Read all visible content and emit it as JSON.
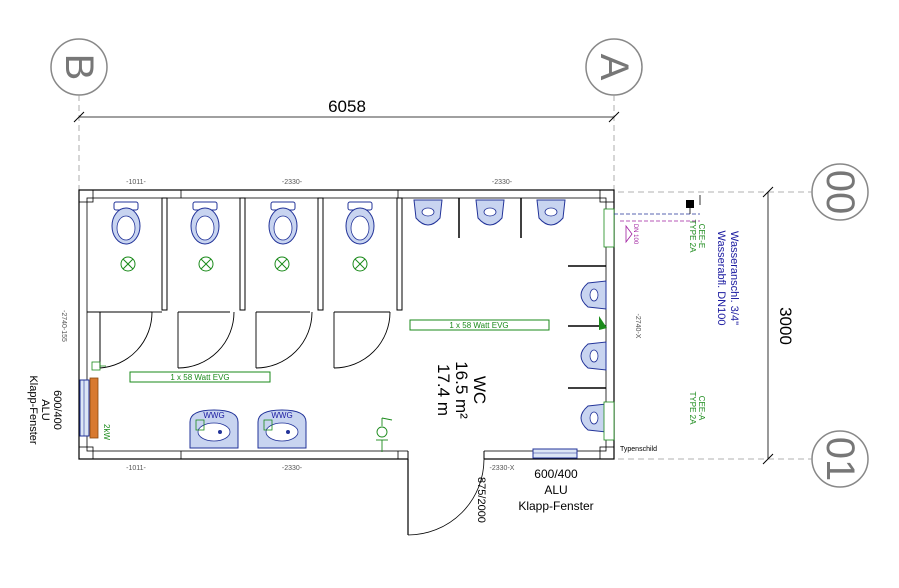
{
  "grid": {
    "top_left": "B",
    "top_right": "A",
    "right_top": "00",
    "right_bottom": "01"
  },
  "dimensions": {
    "overall_width": "6058",
    "overall_depth": "3000",
    "top_seg_1": "-1011-",
    "top_seg_2": "-2330-",
    "top_seg_3": "-2330-",
    "bottom_seg_1": "-1011-",
    "bottom_seg_2": "-2330-",
    "bottom_seg_3": "-2330-X",
    "left_side": "-2740-155",
    "right_side": "-2740-X"
  },
  "room": {
    "name": "WC",
    "area": "16.5 m²",
    "area2": "17.4 m"
  },
  "windows": {
    "left": {
      "size": "600/400",
      "material": "ALU",
      "type": "Klapp-Fenster"
    },
    "bottom": {
      "size": "600/400",
      "material": "ALU",
      "type": "Klapp-Fenster"
    }
  },
  "door": {
    "size": "875/2000"
  },
  "lights": {
    "upper": "1 x 58 Watt    EVG",
    "lower": "1 x 58 Watt    EVG"
  },
  "water": {
    "line1": "Wasseranschl. 3/4\"",
    "line2": "Wasserabfl. DN100"
  },
  "sockets": {
    "top": "CEE-E\nTYPE 2A",
    "top_l1": "CEE-E",
    "top_l2": "TYPE 2A",
    "bottom_l1": "CEE-A",
    "bottom_l2": "TYPE 2A"
  },
  "labels": {
    "dn": "DN 100",
    "heater": "2kW",
    "typeplate": "Typenschild",
    "basin_1": "WWG",
    "basin_2": "WWG"
  }
}
